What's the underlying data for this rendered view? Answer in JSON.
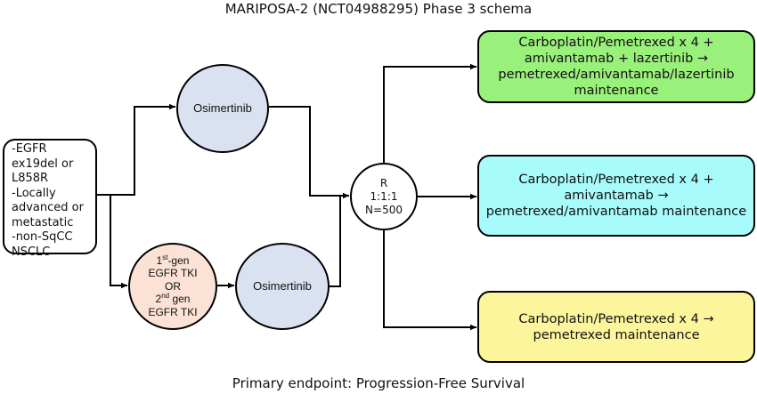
{
  "title": "MARIPOSA-2 (NCT04988295) Phase 3 schema",
  "footer": "Primary endpoint: Progression-Free Survival",
  "eligibility": {
    "lines": [
      "-EGFR",
      "ex19del or",
      "L858R",
      "-Locally",
      "advanced or",
      "metastatic",
      "-non-SqCC",
      "NSCLC"
    ]
  },
  "nodes": {
    "osimertinib_direct": "Osimertinib",
    "prior_tki": {
      "line1_base": "1",
      "line1_sup": "st",
      "line1_rest": "-gen",
      "line2": "EGFR TKI",
      "line3": "OR",
      "line4_base": "2",
      "line4_sup": "nd",
      "line4_rest": " gen",
      "line5": "EGFR TKI"
    },
    "osimertinib_after_tki": "Osimertinib",
    "randomization": {
      "line1": "R",
      "line2": "1:1:1",
      "line3": "N=500"
    }
  },
  "arms": [
    {
      "lines": [
        "Carboplatin/Pemetrexed x 4 +",
        "amivantamab + lazertinib →",
        "pemetrexed/amivantamab/lazertinib",
        "maintenance"
      ],
      "color": "#99f07a"
    },
    {
      "lines": [
        "Carboplatin/Pemetrexed x 4 +",
        "amivantamab →",
        "pemetrexed/amivantamab maintenance"
      ],
      "color": "#a8fbfb"
    },
    {
      "lines": [
        "Carboplatin/Pemetrexed x 4 →",
        "pemetrexed maintenance"
      ],
      "color": "#fdf59c"
    }
  ]
}
